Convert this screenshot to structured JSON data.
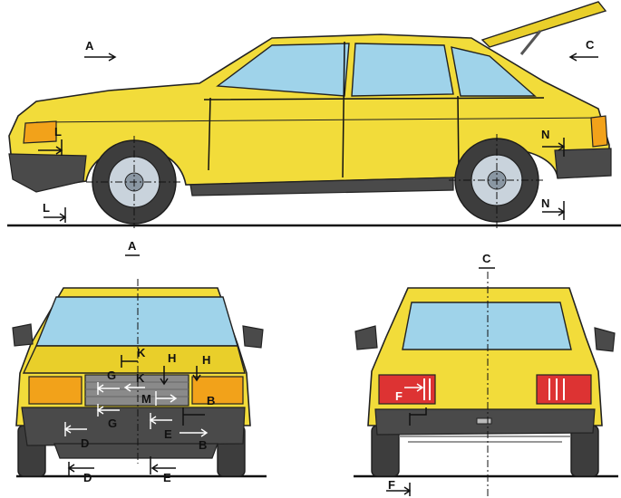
{
  "labels": {
    "side_A": "A",
    "side_C": "C",
    "side_L_top": "L",
    "side_L_bottom": "L",
    "side_N_top": "N",
    "side_N_bottom": "N",
    "front_title": "A",
    "rear_title": "C",
    "front_K_top": "K",
    "front_H_left": "H",
    "front_H_right": "H",
    "front_G_top": "G",
    "front_K_mid": "K",
    "front_M": "M",
    "front_B_top": "B",
    "front_G_bottom": "G",
    "front_E_mid": "E",
    "front_D_mid": "D",
    "front_B_bottom": "B",
    "front_D_ground": "D",
    "front_E_ground": "E",
    "rear_F_lamp": "F",
    "rear_F_ground": "F"
  },
  "colors": {
    "body": "#f2dc3a",
    "glass": "#9fd3ea",
    "lamp": "#f2a21a",
    "tail": "#d33333",
    "tire": "#3d3d3d",
    "bumper": "#4a4a4a"
  }
}
